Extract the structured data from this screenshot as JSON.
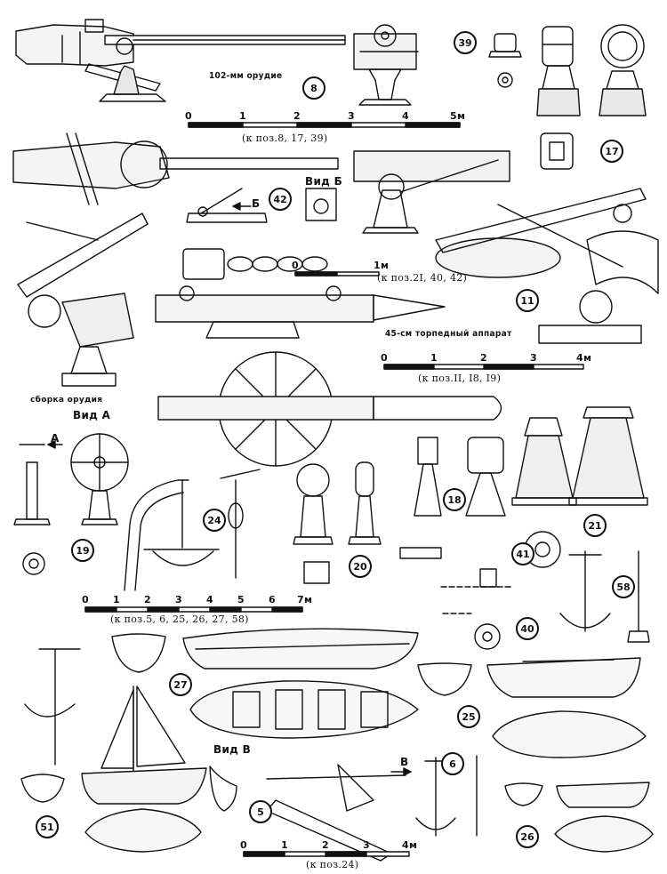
{
  "labels": {
    "gun_102": "102-мм орудие",
    "torpedo_45": "45-см торпедный аппарат",
    "gun_assembly": "сборка орудия",
    "view_a": "Вид А",
    "view_b": "Вид Б",
    "view_v": "Вид В",
    "arrow_a": "А",
    "arrow_b": "Б",
    "arrow_v": "В"
  },
  "badges": [
    "39",
    "8",
    "17",
    "42",
    "11",
    "18",
    "21",
    "19",
    "24",
    "20",
    "41",
    "58",
    "40",
    "27",
    "25",
    "6",
    "51",
    "5",
    "26"
  ],
  "scales": [
    {
      "id": "scale1",
      "ticks": [
        "0",
        "1",
        "2",
        "3",
        "4",
        "5м"
      ],
      "note": "(к поз.8, 17, 39)"
    },
    {
      "id": "scale2",
      "ticks": [
        "0",
        "1м"
      ],
      "note": "(к поз.2I, 40, 42)"
    },
    {
      "id": "scale3",
      "ticks": [
        "0",
        "1",
        "2",
        "3",
        "4м"
      ],
      "note": "(к поз.II, I8, I9)"
    },
    {
      "id": "scale4",
      "ticks": [
        "0",
        "1",
        "2",
        "3",
        "4",
        "5",
        "6",
        "7м"
      ],
      "note": "(к поз.5, 6, 25, 26, 27, 58)"
    },
    {
      "id": "scale5",
      "ticks": [
        "0",
        "1",
        "2",
        "3",
        "4м"
      ],
      "note": "(к поз.24)"
    }
  ]
}
